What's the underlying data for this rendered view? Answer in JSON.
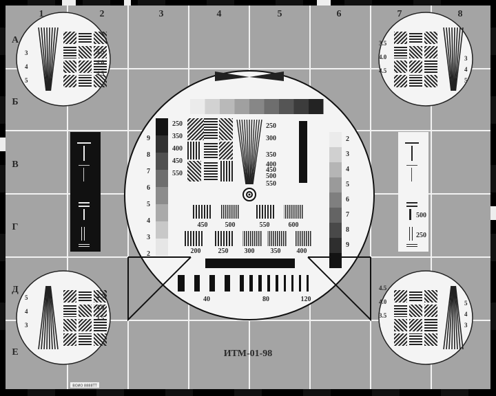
{
  "card": {
    "title": "ИТМ-01-98",
    "serial": "ВОИО 8888ТТ"
  },
  "columns": [
    "1",
    "2",
    "3",
    "4",
    "5",
    "6",
    "7",
    "8"
  ],
  "rows": [
    "А",
    "Б",
    "В",
    "Г",
    "Д",
    "Е"
  ],
  "corner_circles": {
    "top_left": {
      "left_marks": [
        "3",
        "4",
        "5"
      ],
      "right_marks": [
        "3.5",
        "4.0",
        "4.5"
      ]
    },
    "top_right": {
      "left_marks": [
        "3.5",
        "4.0",
        "4.5"
      ],
      "right_marks": [
        "3",
        "4",
        "5"
      ]
    },
    "bottom_left": {
      "left_marks": [
        "5",
        "4",
        "3"
      ],
      "right_marks": [
        "4.5",
        "4.0",
        "3.5"
      ]
    },
    "bottom_right": {
      "left_marks": [
        "4.5",
        "4.0",
        "3.5"
      ],
      "right_marks": [
        "5",
        "4",
        "3"
      ]
    }
  },
  "center": {
    "left_scale": [
      "9",
      "8",
      "7",
      "6",
      "5",
      "4",
      "3",
      "2"
    ],
    "right_scale": [
      "2",
      "3",
      "4",
      "5",
      "6",
      "7",
      "8",
      "9"
    ],
    "left_res_labels": [
      "250",
      "350",
      "400",
      "450",
      "550"
    ],
    "wedge_labels": [
      "250",
      "300",
      "350",
      "400",
      "450",
      "500",
      "550"
    ],
    "h_bursts": [
      "450",
      "500",
      "550",
      "600"
    ],
    "v_bursts": [
      "200",
      "250",
      "300",
      "350",
      "400"
    ],
    "pulse_labels": [
      "40",
      "80",
      "120"
    ]
  },
  "right_panel": {
    "labels": [
      "500",
      "250"
    ]
  }
}
